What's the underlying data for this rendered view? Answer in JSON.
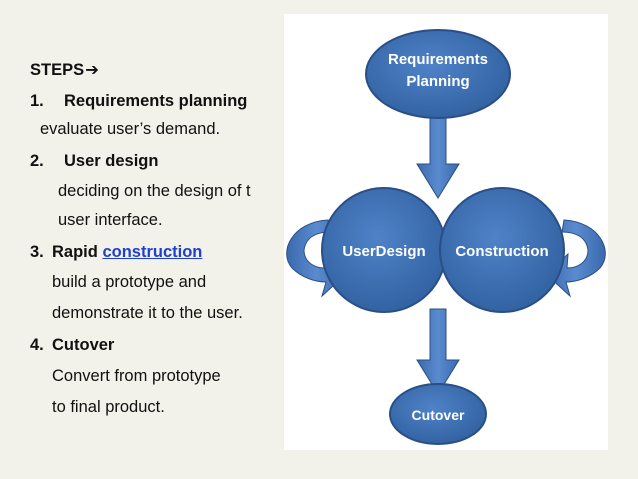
{
  "steps": {
    "header": "STEPS",
    "header_arrow": "➔",
    "items": [
      {
        "number": "1.",
        "title": "Requirements planning",
        "desc": [
          "evaluate user’s demand."
        ]
      },
      {
        "number": "2.",
        "title": "User design",
        "desc": [
          "deciding on the design of t",
          "user interface."
        ]
      },
      {
        "number": "3.",
        "title": "Rapid",
        "link": "construction",
        "desc": [
          "build a prototype and",
          "demonstrate it to the user."
        ]
      },
      {
        "number": "4.",
        "title": "Cutover",
        "desc": [
          "Convert from prototype",
          "to final product."
        ]
      }
    ]
  },
  "diagram": {
    "nodes": {
      "requirements": {
        "line1": "Requirements",
        "line2": "Planning"
      },
      "user_design": "UserDesign",
      "construction": "Construction",
      "cutover": "Cutover"
    },
    "colors": {
      "node_fill": "#3c6cb1",
      "node_stroke": "#2a4f86",
      "arrow_fill": "#4a79bd"
    }
  }
}
